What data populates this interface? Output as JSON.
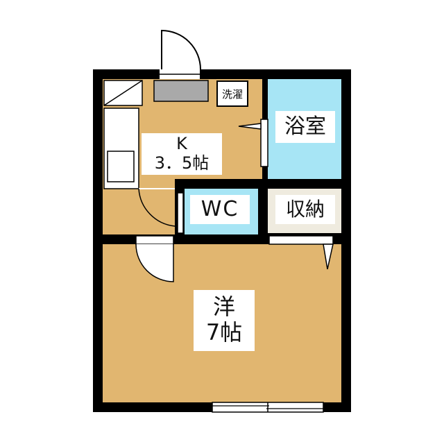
{
  "rooms": {
    "kitchen": {
      "line1": "K",
      "line2": "3．5帖"
    },
    "bath": {
      "label": "浴室"
    },
    "wc": {
      "label": "WC"
    },
    "storage": {
      "label": "収納"
    },
    "western": {
      "line1": "洋",
      "line2": "7帖"
    }
  },
  "fixtures": {
    "washer": "洗濯"
  },
  "colors": {
    "wall": "#000000",
    "floor_wood": "#E1B670",
    "wet_area": "#A7E5F5",
    "storage_floor": "#EFEBDF",
    "fixture_gray": "#A9A9A9"
  }
}
